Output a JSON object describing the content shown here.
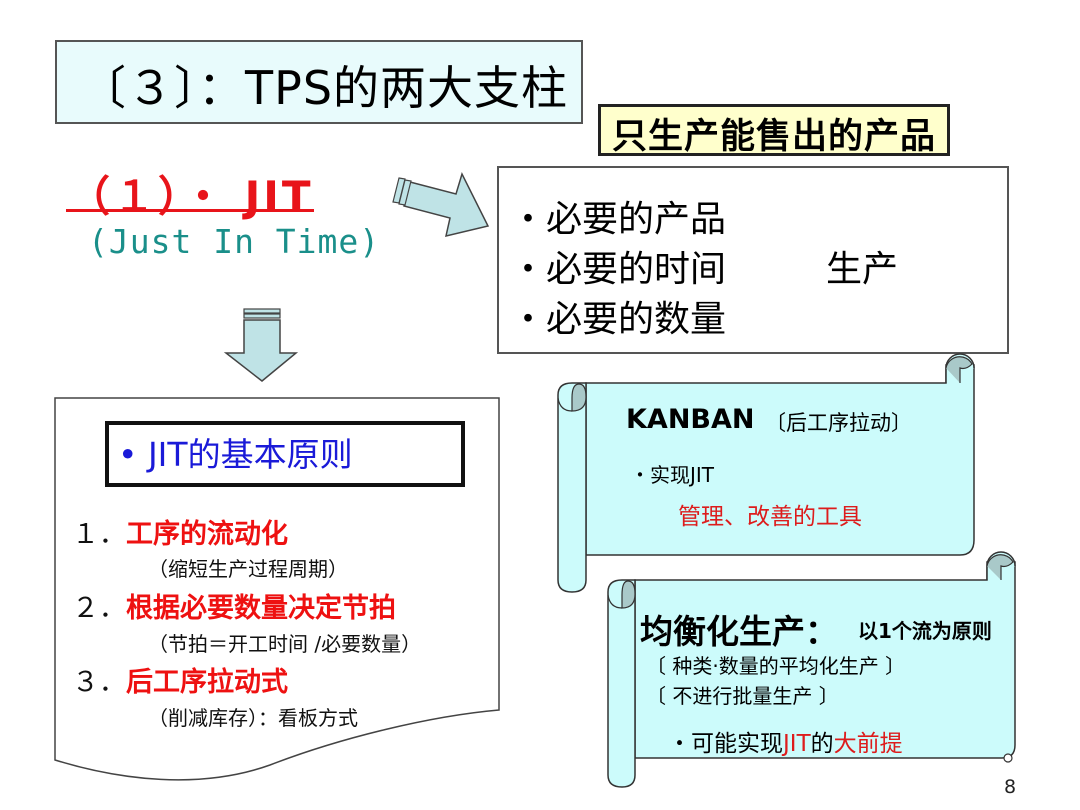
{
  "slide": {
    "title": "〔３〕：TPS的两大支柱",
    "page_number": "8",
    "page_number_ghost": "8"
  },
  "callout": {
    "label": "只生产能售出的产品",
    "bg_color": "#ffffcc"
  },
  "jit": {
    "heading": "（１）・ JIT",
    "subtitle": "(Just In Time)",
    "heading_color": "#e8141a",
    "subtitle_color": "#1a8f8a"
  },
  "requirements": {
    "items": [
      "・必要的产品",
      "・必要的时间",
      "・必要的数量"
    ],
    "result": "生产"
  },
  "principles": {
    "header": "•  JIT的基本原则",
    "items": [
      {
        "number": "１．",
        "title": "工序的流动化",
        "note": "（缩短生产过程周期）"
      },
      {
        "number": "２．",
        "title": "根据必要数量决定节拍",
        "note": "（节拍＝开工时间 /必要数量）"
      },
      {
        "number": "３．",
        "title": "后工序拉动式",
        "note": "（削减库存）：看板方式"
      }
    ]
  },
  "kanban_scroll": {
    "title": "KANBAN",
    "paren": "〔后工序拉动〕",
    "bullet": "・实现JIT",
    "highlight": "管理、改善的工具"
  },
  "heijunka_scroll": {
    "title": "均衡化生产：",
    "subtitle": "以1个流为原则",
    "line1": "〔  种类·数量的平均化生产  〕",
    "line2": "〔  不进行批量生产  〕",
    "bullet_prefix": "・可能实现",
    "bullet_jit": "JIT",
    "bullet_mid": "的",
    "bullet_highlight": "大前提"
  },
  "colors": {
    "scroll_fill": "#ccfbfb",
    "scroll_curl": "#a9c9c9",
    "arrow_fill": "#bfe3e6",
    "title_bg": "#e8fbfc",
    "red": "#e8141a",
    "blue": "#1a1ad8"
  }
}
